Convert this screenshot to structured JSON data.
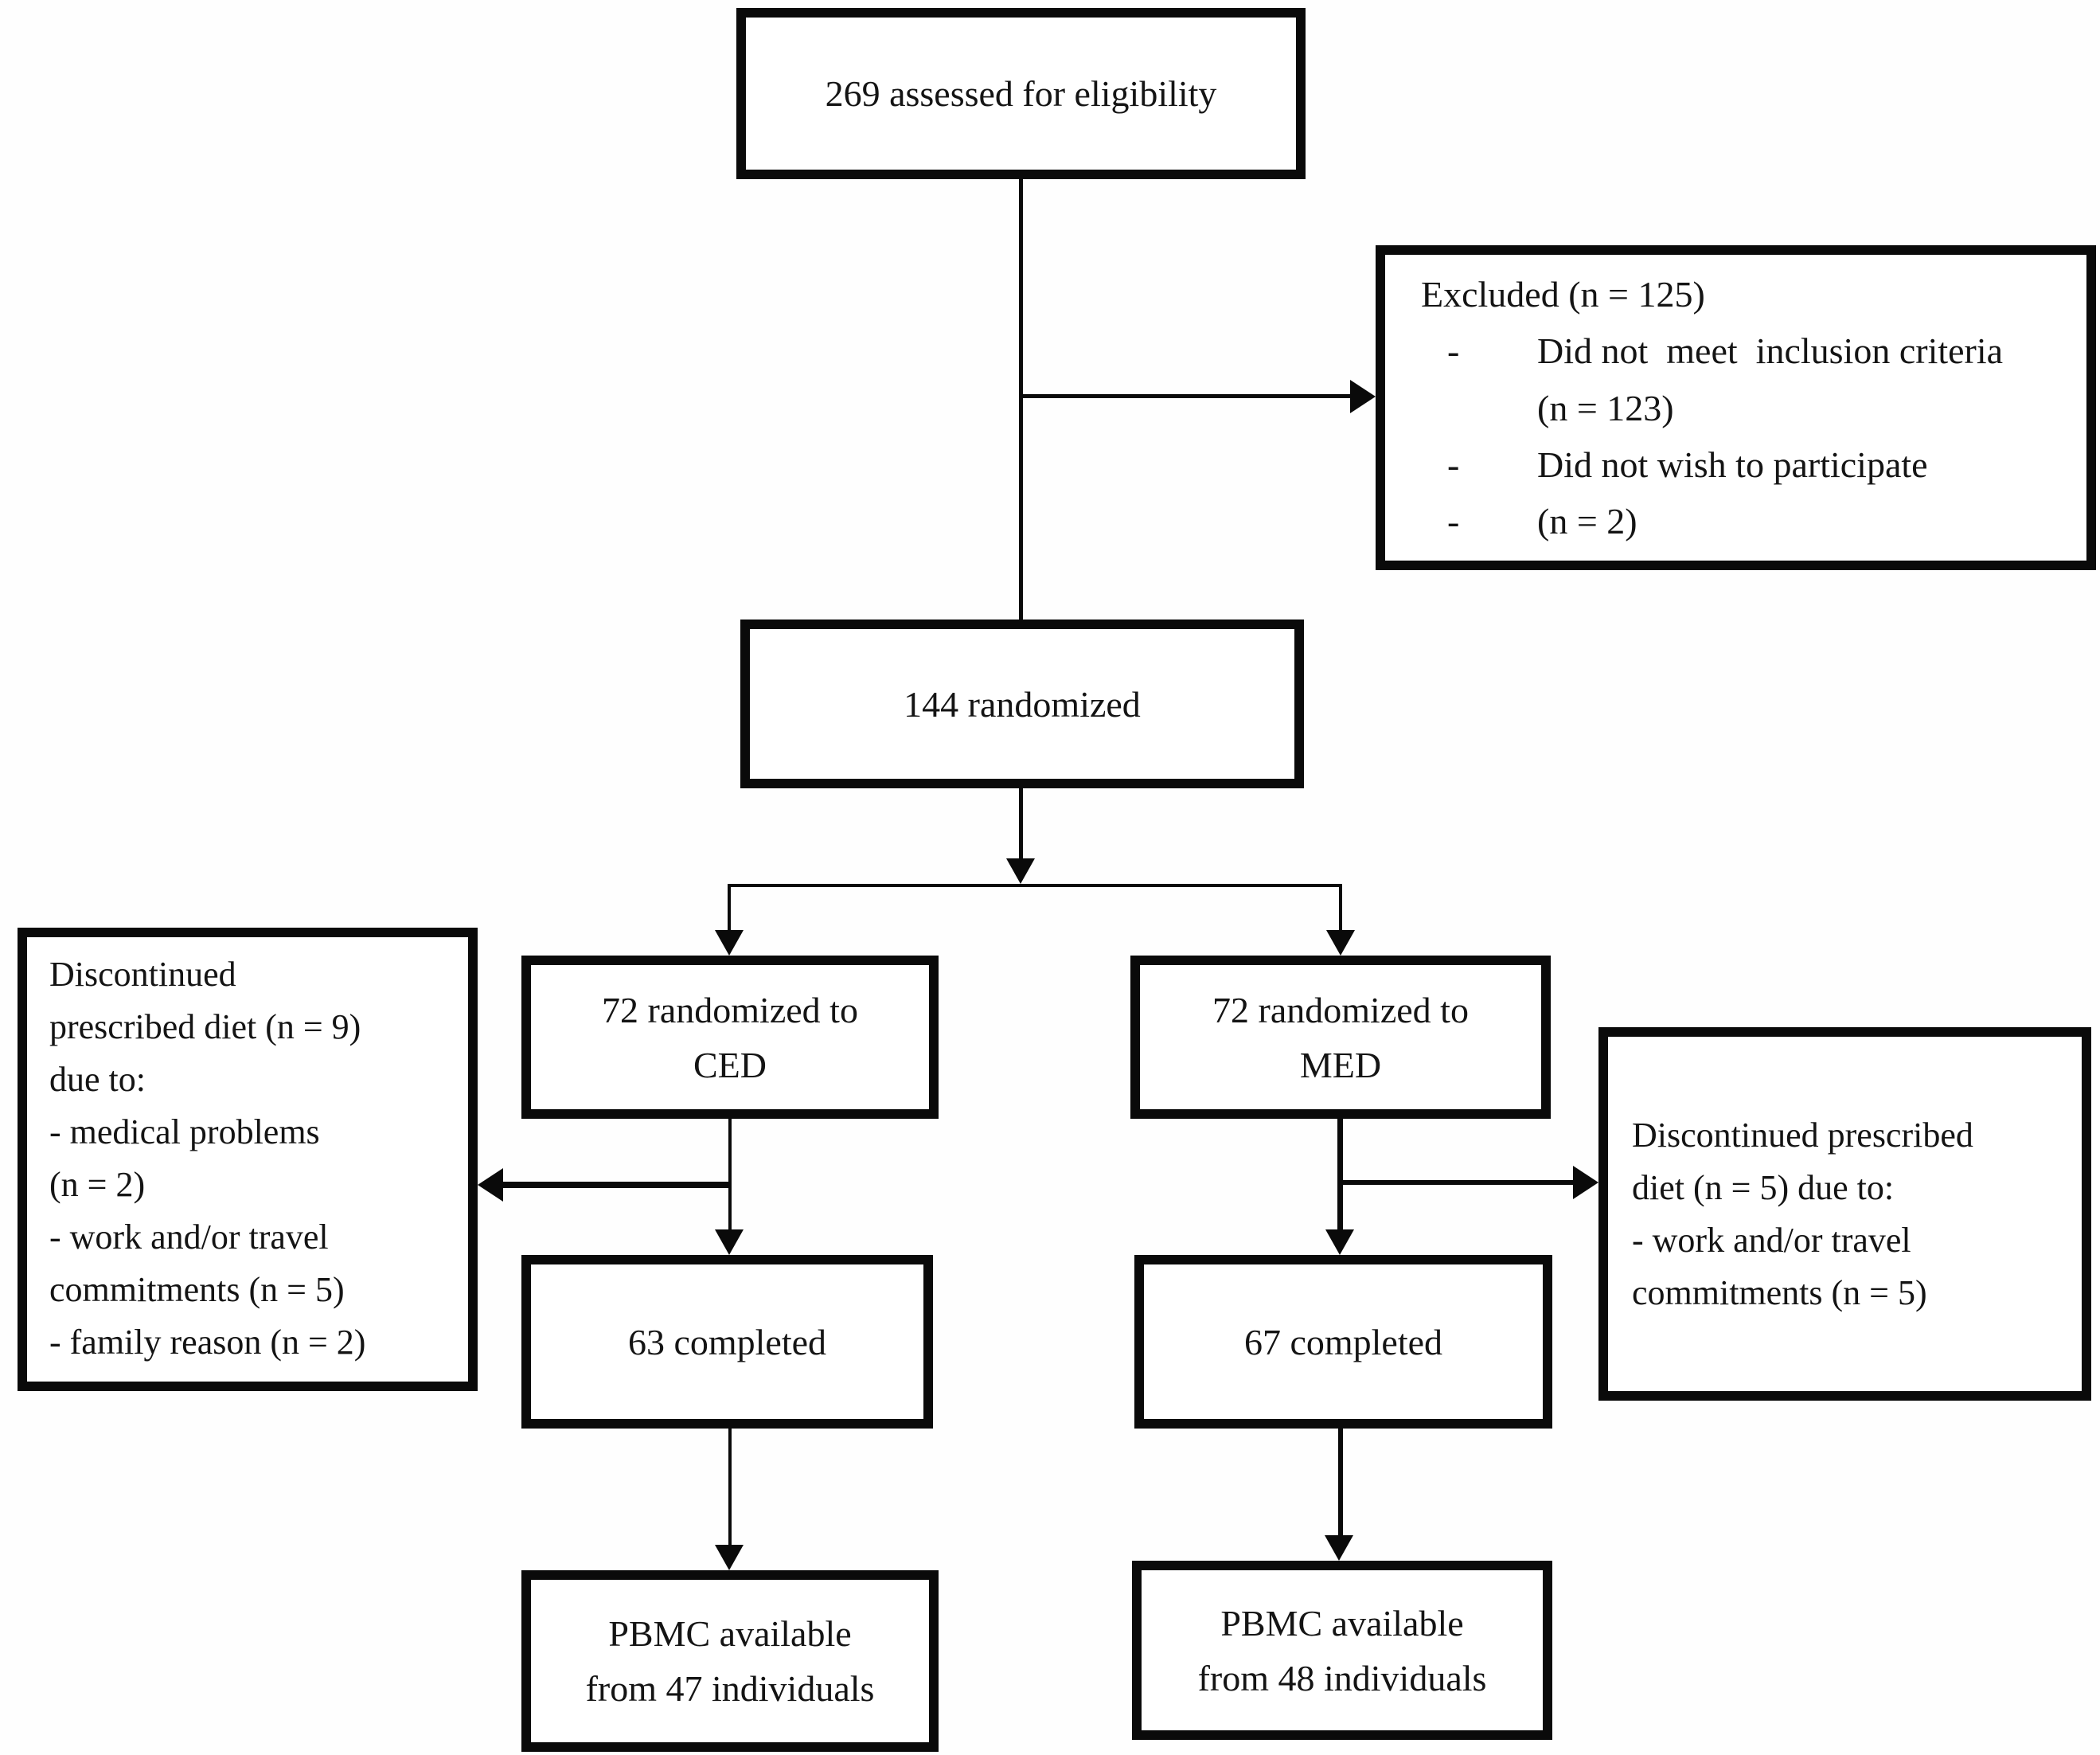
{
  "flowchart": {
    "colors": {
      "background": "#ffffff",
      "box_border": "#0a0a0a",
      "line": "#0a0a0a",
      "text": "#141414"
    },
    "boxes": {
      "eligibility": {
        "label": "269 assessed for eligibility"
      },
      "excluded": {
        "title": "Excluded (n = 125)",
        "bullet": "-",
        "items": [
          {
            "lines": [
              "Did not  meet  inclusion criteria",
              "(n = 123)"
            ]
          },
          {
            "lines": [
              "Did not wish to participate"
            ]
          },
          {
            "lines": [
              "(n = 2)"
            ]
          }
        ]
      },
      "randomized": {
        "label": "144 randomized"
      },
      "randomized_ced": {
        "lines": [
          "72 randomized to",
          "CED"
        ]
      },
      "randomized_med": {
        "lines": [
          "72 randomized to",
          "MED"
        ]
      },
      "discontinued_ced": {
        "lines": [
          "Discontinued",
          "prescribed diet (n = 9)",
          "due to:",
          "- medical problems",
          "(n = 2)",
          "- work and/or travel",
          "commitments (n = 5)",
          "- family reason (n = 2)"
        ]
      },
      "discontinued_med": {
        "lines": [
          "Discontinued prescribed",
          "diet (n = 5) due to:",
          "- work and/or travel",
          "commitments (n = 5)"
        ]
      },
      "completed_ced": {
        "label": "63 completed"
      },
      "completed_med": {
        "label": "67 completed"
      },
      "pbmc_ced": {
        "lines": [
          "PBMC available",
          "from 47 individuals"
        ]
      },
      "pbmc_med": {
        "lines": [
          "PBMC available",
          "from 48 individuals"
        ]
      }
    }
  }
}
